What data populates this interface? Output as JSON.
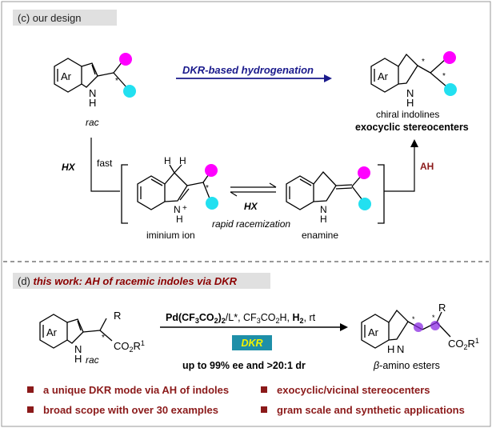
{
  "section_c": {
    "header": "(c) our design",
    "top_arrow_label": "DKR-based hydrogenation",
    "start_label": "rac",
    "product_caption_1": "chiral indolines",
    "product_caption_2": "exocyclic stereocenters",
    "hx_left": "HX",
    "fast": "fast",
    "ah_up": "AH",
    "iminium_label": "iminium ion",
    "enamine_label": "enamine",
    "equil_label": "HX",
    "rapid_label": "rapid racemization",
    "ar": "Ar",
    "nh_n": "N",
    "nh_h": "H",
    "h_atom": "H",
    "n_plus_n": "N",
    "n_plus_h": "H",
    "plus": "+",
    "star": "*",
    "colors": {
      "magenta": "#ff00ff",
      "cyan": "#22e0f0",
      "blue_arrow": "#1a1a8c",
      "ah_red": "#8b1a1a"
    }
  },
  "section_d": {
    "header": "this work: AH of racemic indoles via DKR",
    "header_prefix": "(d) ",
    "r_label": "R",
    "co2r": "CO",
    "co2r_sub": "2",
    "co2r_r": "R",
    "co2r_sup": "1",
    "rac": "rac",
    "conditions": {
      "cat_main": "Pd(CF",
      "cat_sub1": "3",
      "cat_mid": "CO",
      "cat_sub2": "2",
      "cat_close": ")",
      "cat_sub3": "2",
      "cat_rest": "/L*, CF",
      "cf_sub": "3",
      "cf_rest": "CO",
      "cf_sub2": "2",
      "h_part": "H, ",
      "h2": "H",
      "h2_sub": "2",
      "rt": ", rt"
    },
    "dkr_badge": "DKR",
    "result": "up to 99% ee and >20:1 dr",
    "product_label_beta": "β",
    "product_label_rest": "-amino esters",
    "bullets": [
      "a unique DKR mode via AH of indoles",
      "exocyclic/vicinal stereocenters",
      "broad scope with over 30 examples",
      "gram scale and synthetic applications"
    ],
    "colors": {
      "header_text": "#8b0000",
      "bullet": "#8b1a1a",
      "badge_bg": "#1e8fa8",
      "badge_text": "#f2f200",
      "purple": "#8a2be2"
    }
  }
}
